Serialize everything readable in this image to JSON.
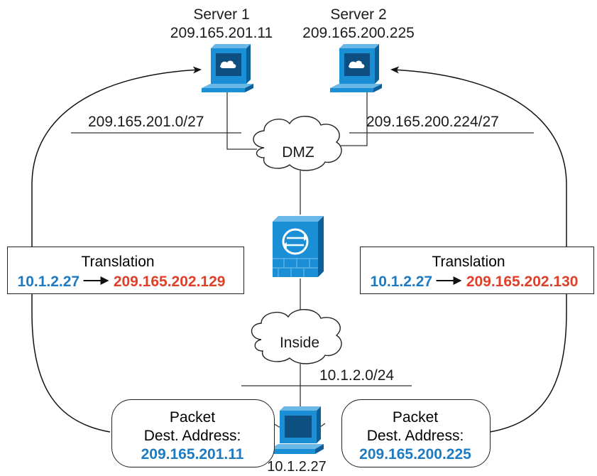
{
  "servers": [
    {
      "name": "Server 1",
      "ip": "209.165.201.11"
    },
    {
      "name": "Server 2",
      "ip": "209.165.200.225"
    }
  ],
  "networks": {
    "dmz_left": "209.165.201.0/27",
    "dmz_right": "209.165.200.224/27",
    "dmz_cloud": "DMZ",
    "inside_cloud": "Inside",
    "inside_net": "10.1.2.0/24"
  },
  "translations": [
    {
      "title": "Translation",
      "from": "10.1.2.27",
      "to": "209.165.202.129"
    },
    {
      "title": "Translation",
      "from": "10.1.2.27",
      "to": "209.165.202.130"
    }
  ],
  "packets": [
    {
      "line1": "Packet",
      "line2": "Dest. Address:",
      "addr": "209.165.201.11"
    },
    {
      "line1": "Packet",
      "line2": "Dest. Address:",
      "addr": "209.165.200.225"
    }
  ],
  "host": {
    "ip": "10.1.2.27"
  },
  "colors": {
    "source_ip": "#1f7bc1",
    "mapped_ip": "#e0402a",
    "device_blue": "#1a8fd6",
    "cloud_fill": "#ffffff"
  },
  "icons": [
    "server-icon",
    "firewall-icon",
    "workstation-icon",
    "cloud-icon",
    "arrow-icon"
  ]
}
